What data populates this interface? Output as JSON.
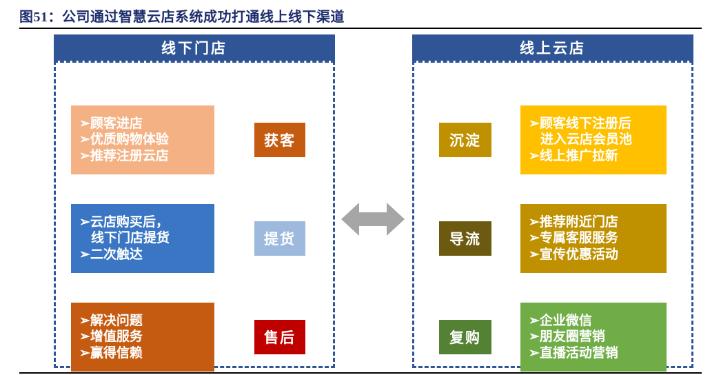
{
  "title": "图51：公司通过智慧云店系统成功打通线上线下渠道",
  "colors": {
    "title_text": "#1F2E6E",
    "banner": "#2F5596",
    "dashed_border": "#2F5596",
    "arrow": "#A6A6A6",
    "box_acquire": "#F4B183",
    "chip_acquire": "#C55A11",
    "box_pickup": "#3A76C4",
    "chip_pickup": "#9DB9DE",
    "box_aftersale": "#C55A11",
    "chip_aftersale": "#C00000",
    "box_precipitate": "#FFC000",
    "chip_precipitate": "#BF9000",
    "box_divert": "#BF9000",
    "chip_divert": "#6B5A10",
    "box_repurchase": "#70AD47",
    "chip_repurchase": "#548235"
  },
  "offline_panel": {
    "banner": "线下门店",
    "rows": [
      {
        "chip": "获客",
        "lines": [
          "➢顾客进店",
          "➢优质购物体验",
          "➢推荐注册云店"
        ]
      },
      {
        "chip": "提货",
        "lines": [
          "➢云店购买后，",
          "线下门店提货",
          "➢二次触达"
        ]
      },
      {
        "chip": "售后",
        "lines": [
          "➢解决问题",
          "➢增值服务",
          "➢赢得信赖"
        ]
      }
    ]
  },
  "online_panel": {
    "banner": "线上云店",
    "rows": [
      {
        "chip": "沉淀",
        "lines": [
          "➢顾客线下注册后",
          "进入云店会员池",
          "➢线上推广拉新"
        ]
      },
      {
        "chip": "导流",
        "lines": [
          "➢推荐附近门店",
          "➢专属客服服务",
          "➢宣传优惠活动"
        ]
      },
      {
        "chip": "复购",
        "lines": [
          "➢企业微信",
          "➢朋友圈营销",
          "➢直播活动营销"
        ]
      }
    ]
  },
  "center": {
    "icon": "double-arrow-horizontal-icon"
  }
}
